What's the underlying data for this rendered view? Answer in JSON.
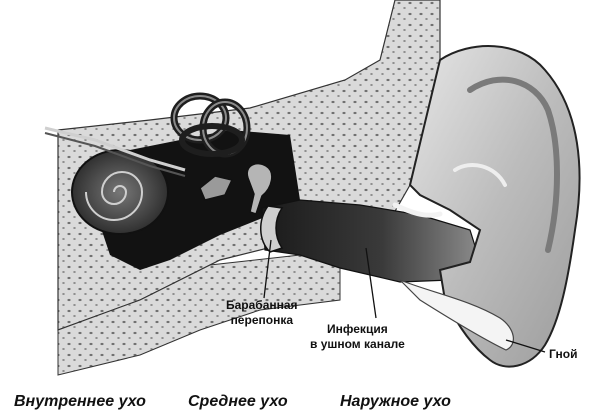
{
  "labels": {
    "eardrum_line1": "Барабанная",
    "eardrum_line2": "перепонка",
    "infection_line1": "Инфекция",
    "infection_line2": "в ушном канале",
    "pus": "Гной"
  },
  "sections": {
    "inner": "Внутреннее ухо",
    "middle": "Среднее ухо",
    "outer": "Наружное ухо"
  },
  "colors": {
    "bone_fill": "#d9d9d9",
    "bone_dots": "#7a7a7a",
    "cavity": "#141414",
    "canal": "#2b2b2b",
    "skin": "#c8c8c8",
    "highlight": "#f2f2f2",
    "text": "#111111"
  }
}
